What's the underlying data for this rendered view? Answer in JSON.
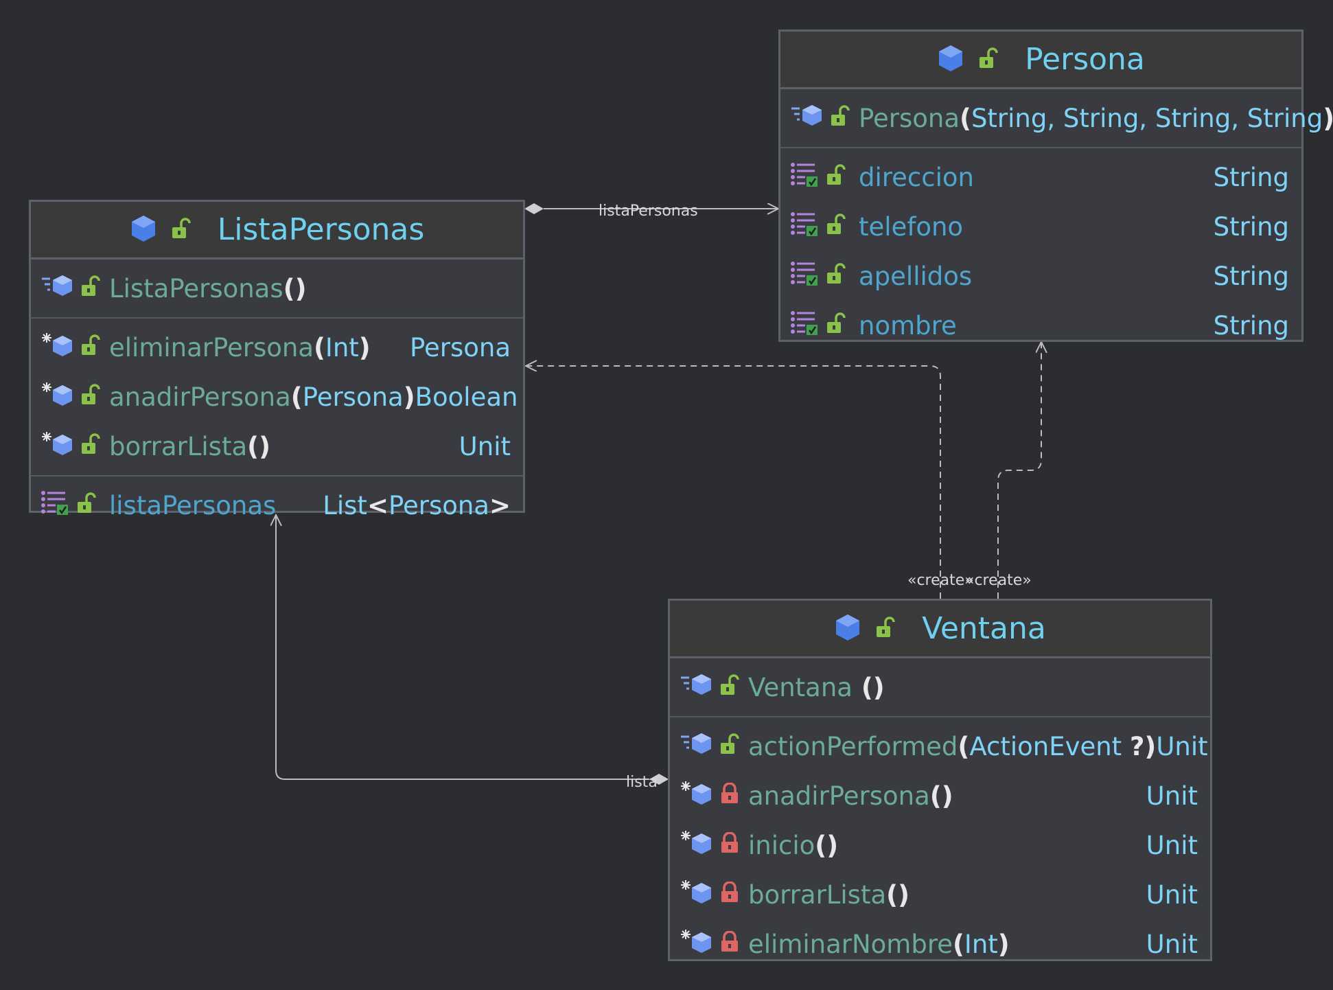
{
  "colors": {
    "background": "#2b2d31",
    "box_fill": "#393b40",
    "header_fill": "#3a3a3a",
    "title": "#6fd0f0",
    "member_name": "#6cab9c",
    "field_name": "#4ea6cf",
    "type": "#7fd3f7",
    "lock_public": "#8bc34a",
    "lock_private": "#e06666",
    "class_icon": "#4a7fe8",
    "edge": "#bdbdbd"
  },
  "icons": {
    "class": "class-cube-icon",
    "public": "open-lock-icon",
    "private": "closed-lock-icon",
    "constructor": "constructor-icon",
    "method": "method-icon",
    "property": "property-icon"
  },
  "classes": {
    "persona": {
      "title": "Persona",
      "constructor": {
        "name": "Persona",
        "open": "(",
        "params": "String, String, String, String",
        "close": ")"
      },
      "fields": [
        {
          "name": "direccion",
          "type": "String"
        },
        {
          "name": "telefono",
          "type": "String"
        },
        {
          "name": "apellidos",
          "type": "String"
        },
        {
          "name": "nombre",
          "type": "String"
        }
      ]
    },
    "lista": {
      "title": "ListaPersonas",
      "constructor": {
        "name": "ListaPersonas",
        "open": "(",
        "params": "",
        "close": ")"
      },
      "methods": [
        {
          "name": "eliminarPersona",
          "open": "(",
          "params": "Int",
          "close": ")",
          "type": "Persona"
        },
        {
          "name": "anadirPersona",
          "open": "(",
          "params": "Persona",
          "close": ")",
          "type": "Boolean"
        },
        {
          "name": "borrarLista",
          "open": "(",
          "params": "",
          "close": ")",
          "type": "Unit"
        }
      ],
      "field": {
        "name": "listaPersonas",
        "type_a": "List",
        "type_open": "<",
        "type_b": "Persona",
        "type_close": ">"
      }
    },
    "ventana": {
      "title": "Ventana",
      "constructor": {
        "name": "Ventana",
        "open": " (",
        "params": "",
        "close": ")"
      },
      "methods": [
        {
          "name": "actionPerformed",
          "open": "(",
          "params": "ActionEvent ",
          "close": "?)",
          "type": "Unit",
          "access": "public"
        },
        {
          "name": "anadirPersona",
          "open": "(",
          "params": "",
          "close": ")",
          "type": "Unit",
          "access": "private"
        },
        {
          "name": "inicio",
          "open": "(",
          "params": "",
          "close": ")",
          "type": "Unit",
          "access": "private"
        },
        {
          "name": "borrarLista",
          "open": "(",
          "params": "",
          "close": ")",
          "type": "Unit",
          "access": "private"
        },
        {
          "name": "eliminarNombre",
          "open": "(",
          "params": "Int",
          "close": ")",
          "type": "Unit",
          "access": "private"
        }
      ]
    }
  },
  "edges": {
    "lista_persona": "listaPersonas",
    "ventana_lista": "lista",
    "create_1": "«create»",
    "create_2": "«create»"
  }
}
